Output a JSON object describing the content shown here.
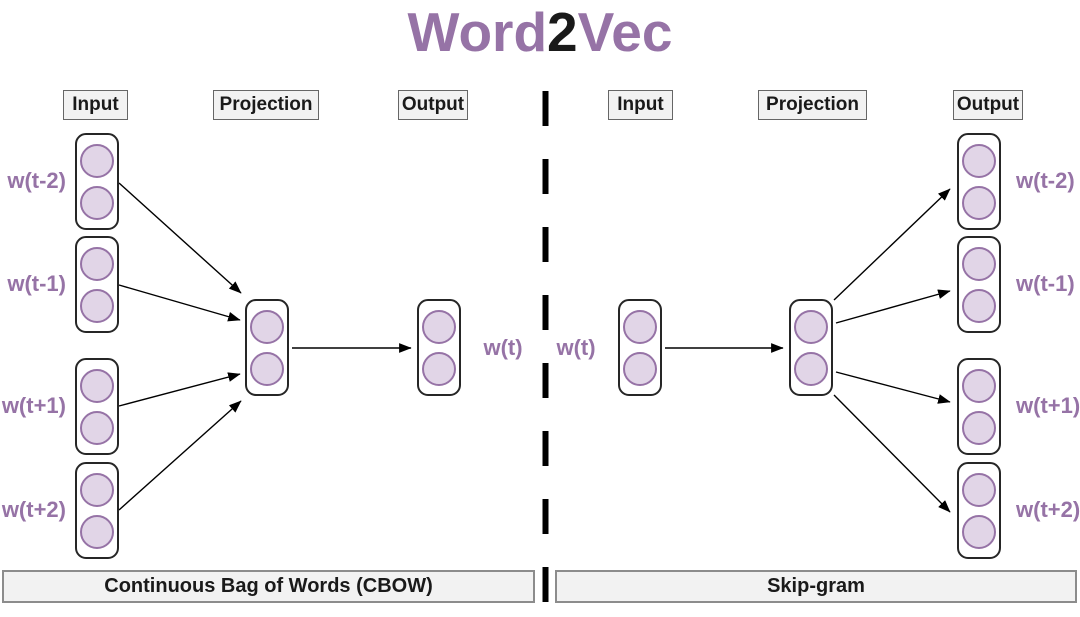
{
  "title": {
    "word": "Word",
    "two": "2",
    "vec": "Vec"
  },
  "colors": {
    "purple": "#9673a6",
    "neuron_fill": "#e1d5e7",
    "ink": "#1a1a1a",
    "panel_fill": "#f2f2f2",
    "panel_border": "#666666"
  },
  "cbow": {
    "headers": {
      "input": "Input",
      "projection": "Projection",
      "output": "Output"
    },
    "input_labels": [
      "w(t-2)",
      "w(t-1)",
      "w(t+1)",
      "w(t+2)"
    ],
    "output_label": "w(t)",
    "caption": "Continuous Bag of Words (CBOW)"
  },
  "skipgram": {
    "headers": {
      "input": "Input",
      "projection": "Projection",
      "output": "Output"
    },
    "input_label": "w(t)",
    "output_labels": [
      "w(t-2)",
      "w(t-1)",
      "w(t+1)",
      "w(t+2)"
    ],
    "caption": "Skip-gram"
  }
}
